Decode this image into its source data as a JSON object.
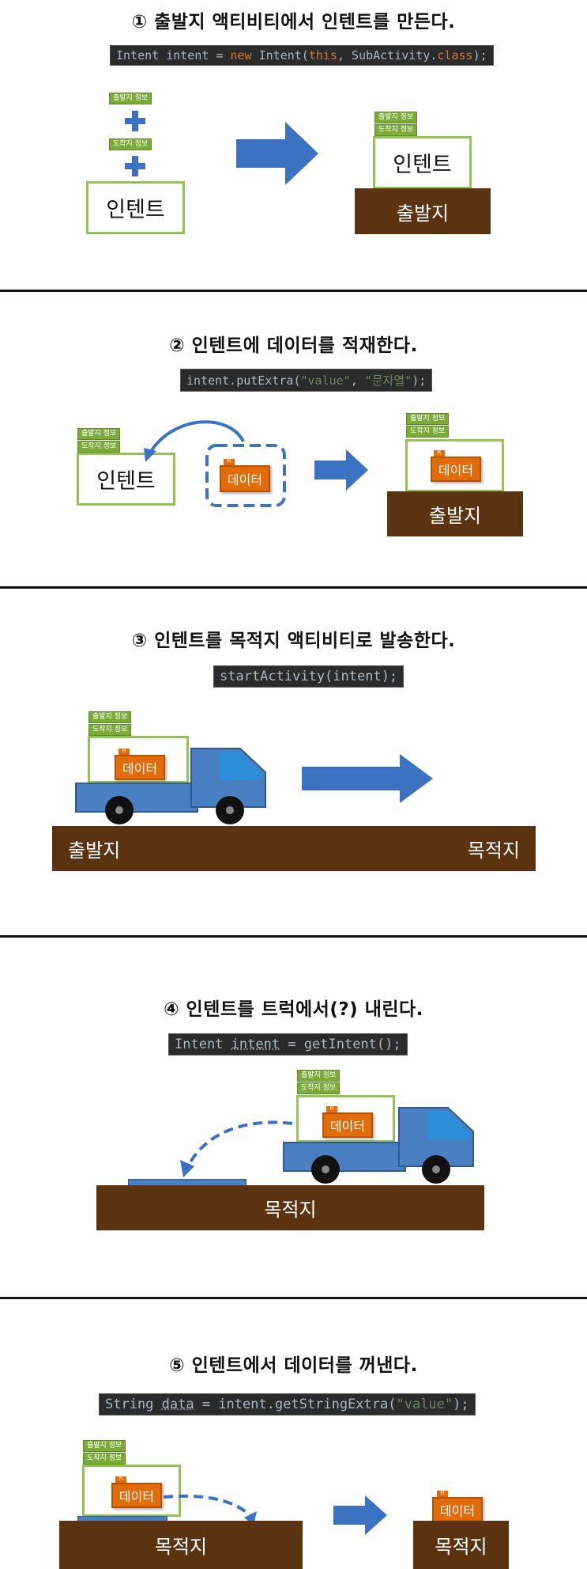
{
  "steps": [
    {
      "title": "① 출발지 액티비티에서 인텐트를 만든다.",
      "code": {
        "kw_class": "Intent",
        "var": "intent",
        "eq": "=",
        "kw_new": "new",
        "ctor": "Intent(",
        "kw_this": "this",
        "comma": ", SubActivity.",
        "kw_class2": "class",
        "end": ");"
      },
      "tag_origin": "출발지 정보",
      "tag_dest": "도착지 정보",
      "intent_label": "인텐트",
      "base_label": "출발지"
    },
    {
      "title": "② 인텐트에 데이터를 적재한다.",
      "code": {
        "pre": "intent.putExtra(",
        "str1": "\"value\"",
        "sep": ", ",
        "str2": "\"문자열\"",
        "end": ");"
      },
      "tag_origin": "출발지 정보",
      "tag_dest": "도착지 정보",
      "intent_label": "인텐트",
      "data_label": "데이터",
      "data_tab": "Pi",
      "base_label": "출발지"
    },
    {
      "title": "③ 인텐트를 목적지 액티비티로 발송한다.",
      "code": {
        "text": "startActivity(intent);"
      },
      "tag_origin": "출발지 정보",
      "tag_dest": "도착지 정보",
      "data_label": "데이터",
      "data_tab": "Pi",
      "left_label": "출발지",
      "right_label": "목적지"
    },
    {
      "title": "④ 인텐트를 트럭에서(?) 내린다.",
      "code": {
        "pre": "Intent ",
        "var": "intent",
        "post": " = getIntent();"
      },
      "tag_origin": "출발지 정보",
      "tag_dest": "도착지 정보",
      "data_label": "데이터",
      "data_tab": "Pi",
      "base_label": "목적지"
    },
    {
      "title": "⑤ 인텐트에서 데이터를 꺼낸다.",
      "code": {
        "pre": "String ",
        "var": "data",
        "mid": " = intent.getStringExtra(",
        "str": "\"value\"",
        "end": ");"
      },
      "tag_origin": "출발지 정보",
      "tag_dest": "도착지 정보",
      "data_label": "데이터",
      "data_tab": "Pi",
      "base_label": "목적지"
    }
  ],
  "colors": {
    "arrow_blue": "#3b73c2",
    "truck_blue": "#4a7fc1",
    "ground_brown": "#5c3310",
    "tag_green": "#7dab3a",
    "data_orange": "#e36c0a",
    "code_bg": "#2b2b2b"
  }
}
